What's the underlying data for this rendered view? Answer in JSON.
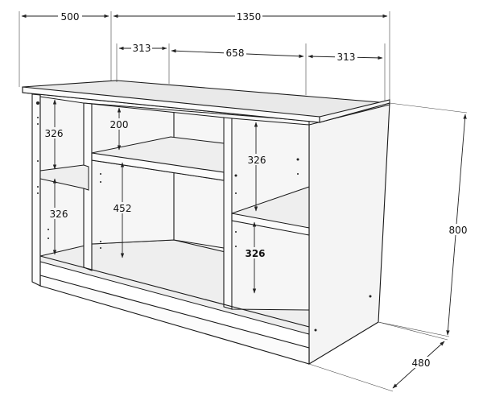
{
  "dimensions": {
    "overall_width": "1350",
    "left_module_width": "500",
    "top_left_section": "313",
    "top_middle_section": "658",
    "top_right_section": "313",
    "height": "800",
    "depth": "480",
    "left_upper_shelf_height": "326",
    "left_lower_shelf_height": "326",
    "middle_upper_gap": "200",
    "middle_lower_opening": "452",
    "right_upper_shelf_height": "326",
    "right_lower_shelf_height": "326"
  },
  "colors": {
    "line": "#1a1a1a",
    "panel_fill": "#f6f6f6",
    "top_fill": "#e9e9e9"
  },
  "icons": {
    "arrow": "arrowhead-icon",
    "hole": "shelf-pin-hole-icon"
  }
}
